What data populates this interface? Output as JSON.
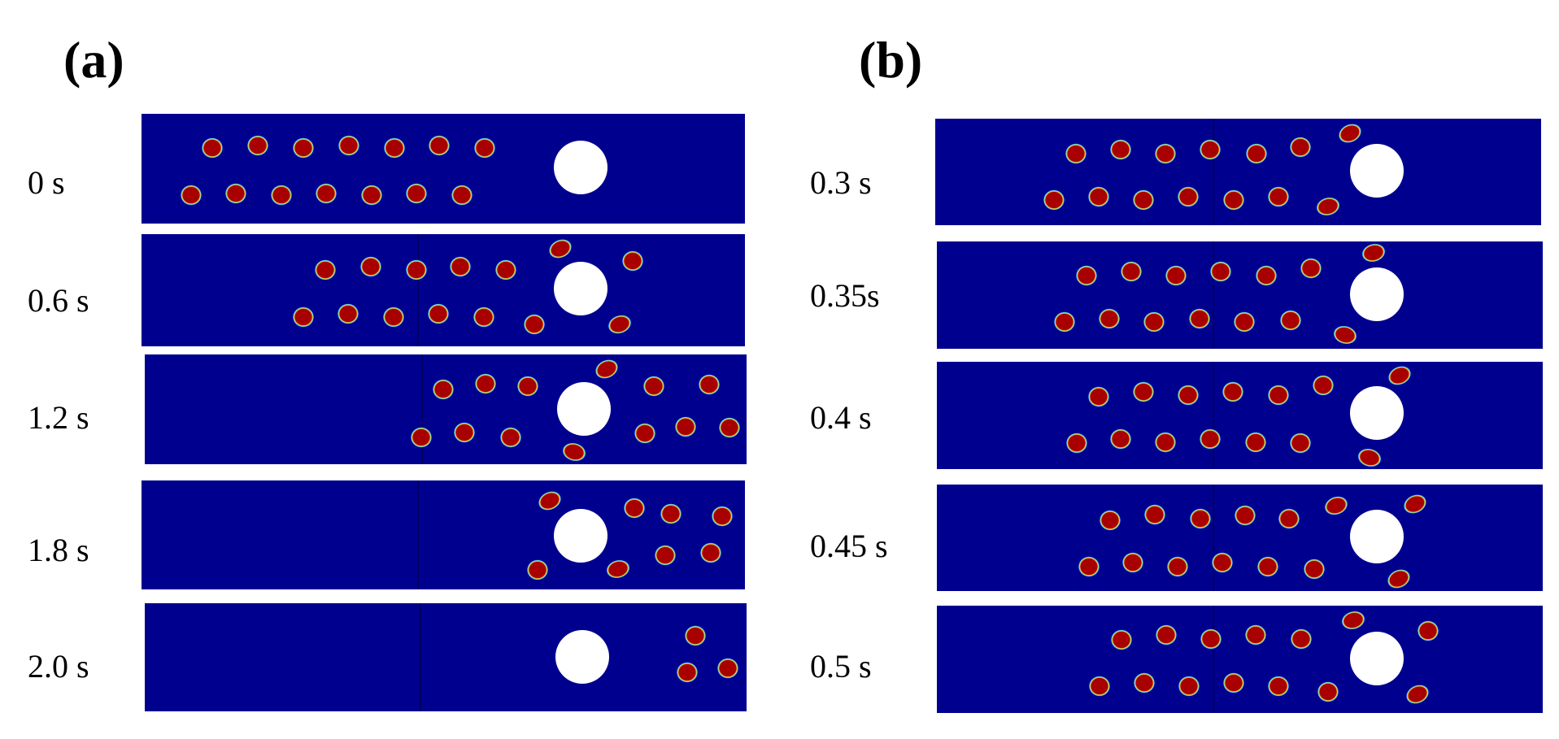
{
  "panels": [
    {
      "label": "(a)",
      "frames": [
        {
          "time": "0 s"
        },
        {
          "time": "0.6 s"
        },
        {
          "time": "1.2 s"
        },
        {
          "time": "1.8 s"
        },
        {
          "time": "2.0 s"
        }
      ]
    },
    {
      "label": "(b)",
      "frames": [
        {
          "time": "0.3 s"
        },
        {
          "time": "0.35s"
        },
        {
          "time": "0.4 s"
        },
        {
          "time": "0.45 s"
        },
        {
          "time": "0.5 s"
        }
      ]
    }
  ],
  "colors": {
    "channel": "#00008f",
    "droplet_fill": "#a80000",
    "droplet_rim": "#f0d030",
    "obstacle": "#ffffff"
  }
}
